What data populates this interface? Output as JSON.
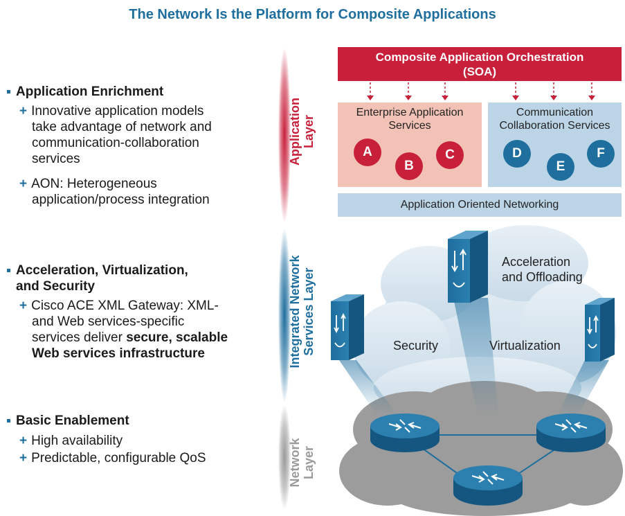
{
  "title": "The Network Is the Platform for Composite Applications",
  "sections": [
    {
      "heading": "Application Enrichment",
      "bullets": [
        [
          "Innovative application models",
          "take advantage of network and",
          "communication-collaboration",
          "services"
        ],
        [
          "AON: Heterogeneous",
          "application/process integration"
        ]
      ]
    },
    {
      "heading_lines": [
        "Acceleration, Virtualization,",
        "and Security"
      ],
      "bullets": [
        [
          "Cisco ACE XML Gateway: XML-",
          "and Web services-specific",
          "services deliver",
          "secure, scalable",
          "Web services infrastructure"
        ]
      ]
    },
    {
      "heading": "Basic Enablement",
      "bullets": [
        [
          "High availability"
        ],
        [
          "Predictable, configurable QoS"
        ]
      ]
    }
  ],
  "layers": {
    "application": [
      "Application",
      "Layer"
    ],
    "services": [
      "Integrated Network",
      "Services Layer"
    ],
    "network": [
      "Network",
      "Layer"
    ]
  },
  "orchestration": [
    "Composite Application Orchestration",
    "(SOA)"
  ],
  "enterprise_services": [
    "Enterprise Application",
    "Services"
  ],
  "communication_services": [
    "Communication",
    "Collaboration Services"
  ],
  "circles": {
    "a": "A",
    "b": "B",
    "c": "C",
    "d": "D",
    "e": "E",
    "f": "F"
  },
  "aon": "Application Oriented Networking",
  "cloud_labels": {
    "acceleration": [
      "Acceleration",
      "and Offloading"
    ],
    "security": "Security",
    "virtualization": "Virtualization"
  },
  "colors": {
    "red": "#c8203b",
    "blue": "#1e6e9e",
    "gray": "#9a9a9a"
  }
}
